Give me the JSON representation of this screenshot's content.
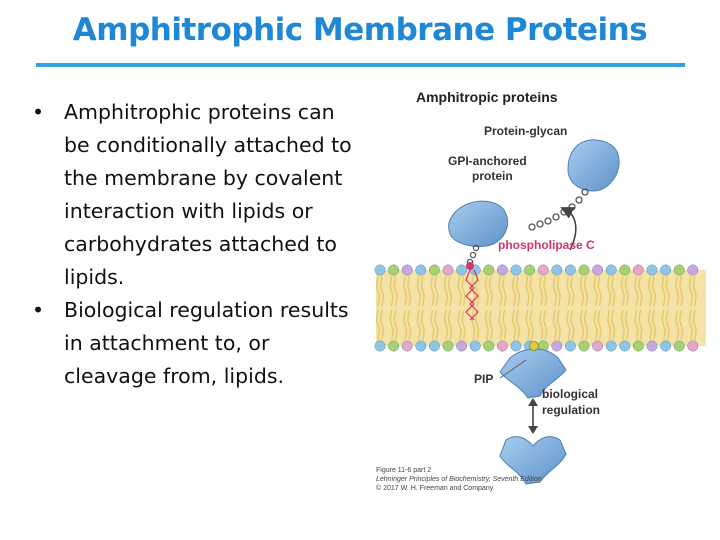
{
  "slide": {
    "title": "Amphitrophic Membrane Proteins",
    "bullets": [
      "Amphitrophic proteins can be conditionally attached to the membrane by covalent interaction with lipids or carbohydrates attached to lipids.",
      "Biological regulation results in attachment to, or cleavage from, lipids."
    ]
  },
  "figure": {
    "heading": "Amphitropic proteins",
    "labels": {
      "protein_glycan": "Protein-glycan",
      "gpi_line1": "GPI-anchored",
      "gpi_line2": "protein",
      "phospholipase": "phospholipase C",
      "pip": "PIP",
      "bio_line1": "biological",
      "bio_line2": "regulation"
    },
    "caption": {
      "line1": "Figure 11-6 part 2",
      "line2": "Lehninger Principles of Biochemistry, Seventh Edition",
      "line3": "© 2017 W. H. Freeman and Company"
    },
    "colors": {
      "title": "#1e88d6",
      "protein": "#7aaedc",
      "phospholipase": "#d6336c",
      "lipid_tail": "#e8c86a",
      "membrane_band": "#f3e3a6"
    }
  }
}
